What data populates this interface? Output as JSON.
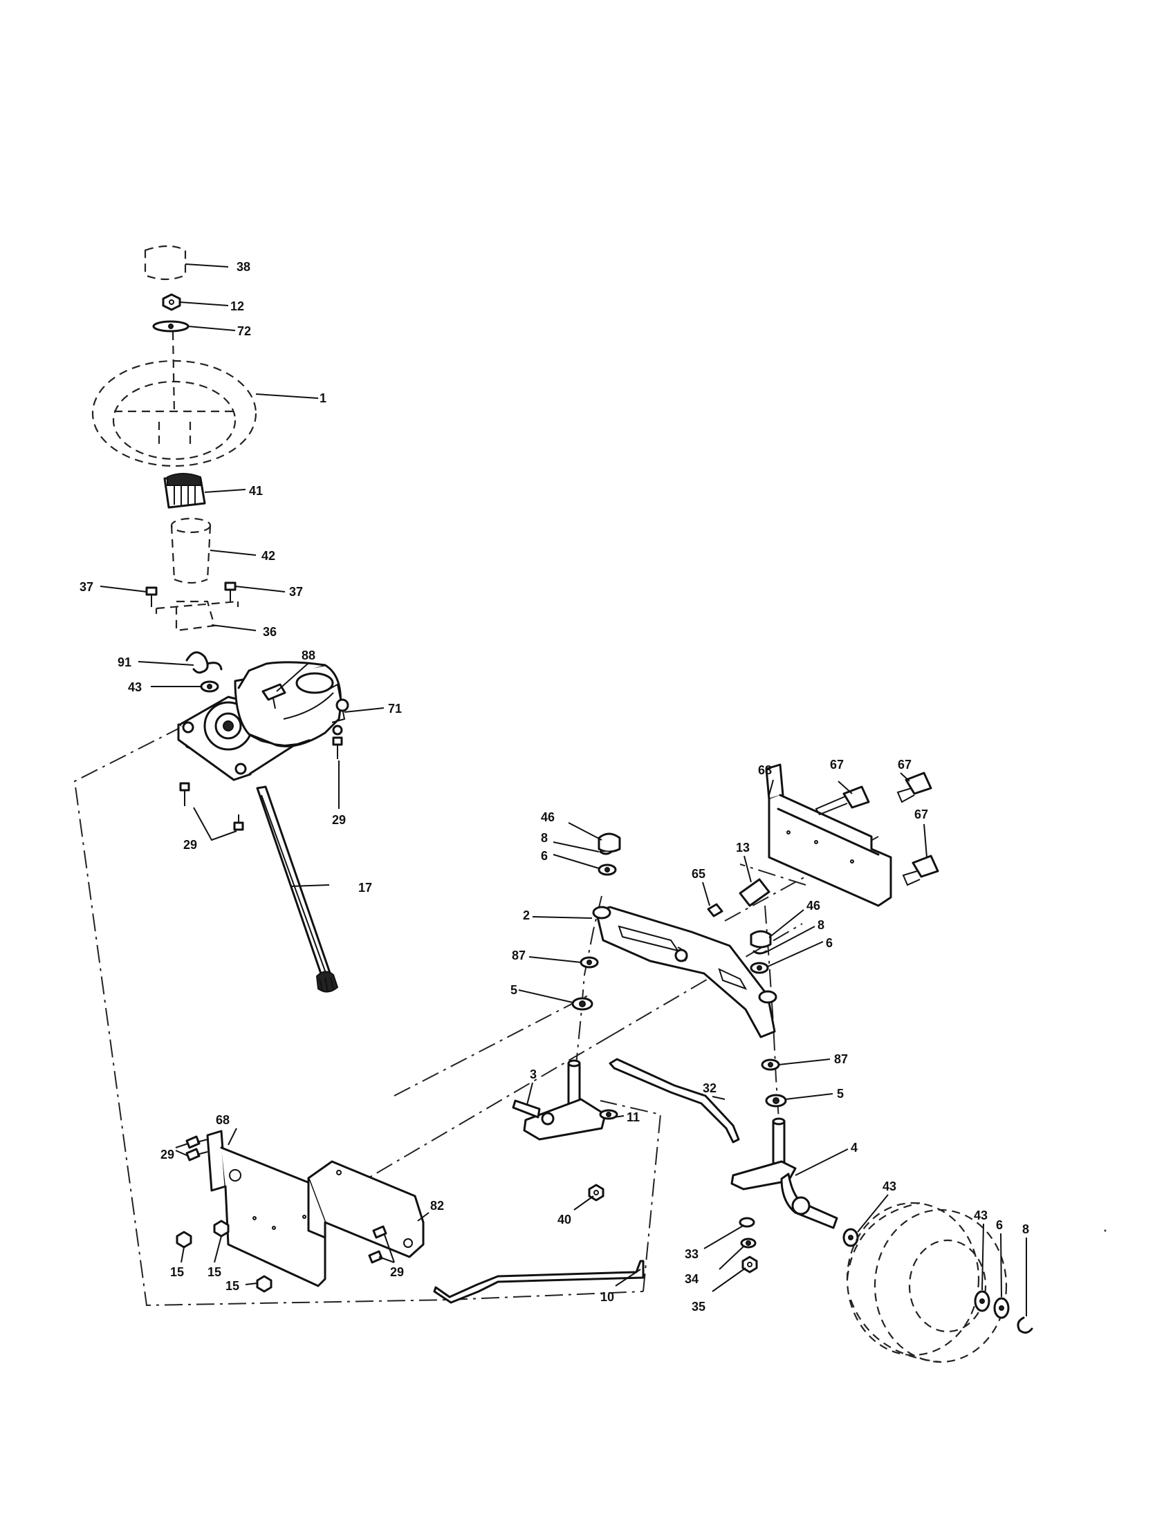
{
  "callouts": {
    "c38": "38",
    "c12": "12",
    "c72": "72",
    "c1": "1",
    "c41": "41",
    "c42": "42",
    "c37a": "37",
    "c37b": "37",
    "c36": "36",
    "c91": "91",
    "c88": "88",
    "c43a": "43",
    "c71": "71",
    "c29a": "29",
    "c29b": "29",
    "c17": "17",
    "c68a": "68",
    "c67a": "67",
    "c67b": "67",
    "c67c": "67",
    "c46a": "46",
    "c8a": "8",
    "c6a": "6",
    "c13": "13",
    "c65": "65",
    "c2": "2",
    "c46b": "46",
    "c8b": "8",
    "c6b": "6",
    "c87a": "87",
    "c5a": "5",
    "c87b": "87",
    "c5b": "5",
    "c3": "3",
    "c32": "32",
    "c11": "11",
    "c4": "4",
    "c40": "40",
    "c68b": "68",
    "c29c": "29",
    "c82": "82",
    "c29d": "29",
    "c15a": "15",
    "c15b": "15",
    "c15c": "15",
    "c10": "10",
    "c33": "33",
    "c34": "34",
    "c35": "35",
    "c43b": "43",
    "c43c": "43",
    "c6c": "6",
    "c8c": "8"
  }
}
